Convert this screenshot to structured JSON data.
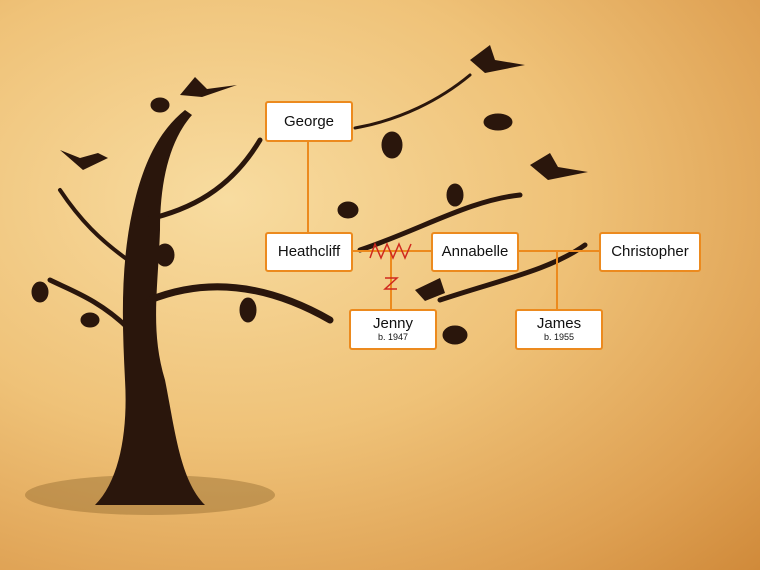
{
  "people": {
    "george": {
      "name": "George"
    },
    "heathcliff": {
      "name": "Heathcliff"
    },
    "annabelle": {
      "name": "Annabelle"
    },
    "christopher": {
      "name": "Christopher"
    },
    "jenny": {
      "name": "Jenny",
      "born": "b. 1947"
    },
    "james": {
      "name": "James",
      "born": "b. 1955"
    }
  },
  "colors": {
    "connector": "#ec8a1e",
    "divorce": "#d0281e",
    "tree": "#2a160c"
  }
}
